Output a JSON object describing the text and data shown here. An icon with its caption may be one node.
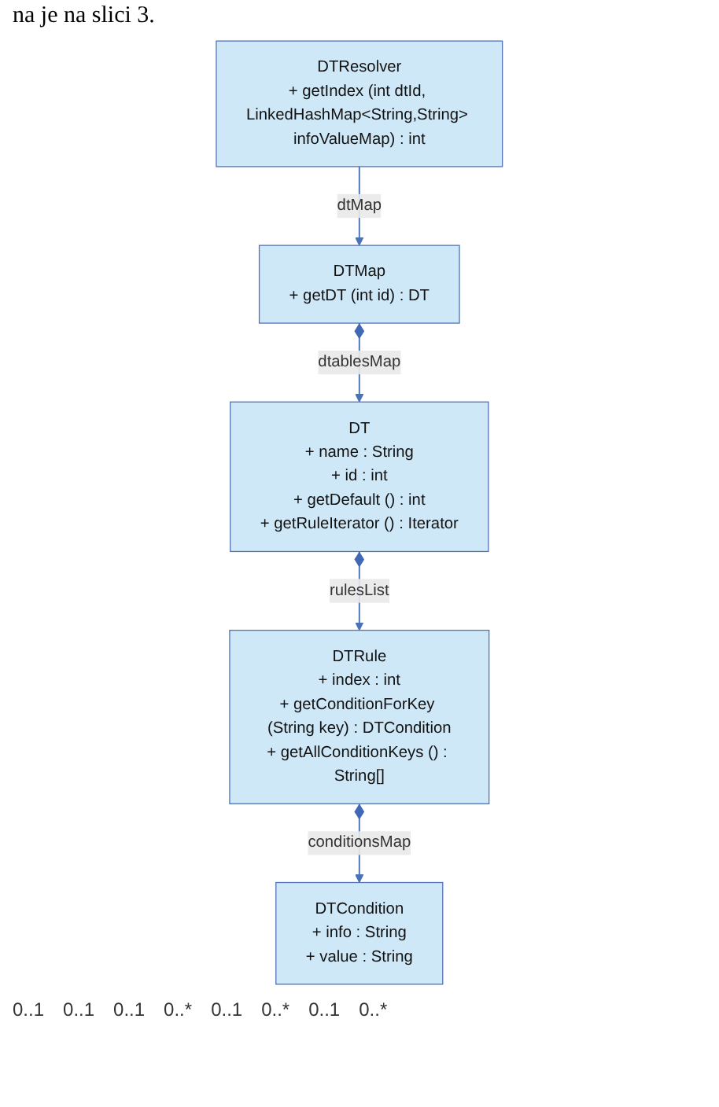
{
  "diagram": {
    "nodes": [
      {
        "text": [
          "DTResolver",
          "+ getIndex (int dtId, LinkedHashMap<String,String> infoValueMap) : int"
        ]
      },
      {
        "text": [
          "DTMap",
          "+ getDT (int id) : DT"
        ]
      },
      {
        "text": [
          "DT",
          "+ name : String",
          "+ id : int",
          "+ getDefault () : int",
          "+ getRuleIterator () : Iterator"
        ]
      },
      {
        "text": [
          "DTRule",
          "+ index : int",
          "+ getConditionForKey (String key) : DTCondition",
          "+ getAllConditionKeys () : String[]"
        ]
      },
      {
        "text": [
          "DTCondition",
          "+ info : String",
          "+ value : String"
        ]
      }
    ],
    "edges": [
      {
        "from": 0,
        "to": 1,
        "arrow": "to",
        "label": "dtMap"
      },
      {
        "from": 1,
        "to": 2,
        "arrow": "to",
        "label": "dtablesMap"
      },
      {
        "from": 2,
        "to": 3,
        "arrow": "to",
        "label": "rulesList"
      },
      {
        "from": 3,
        "to": 4,
        "arrow": "to",
        "label": "conditionsMap"
      }
    ],
    "labels": [
      "na je na slici 3.",
      "0..1",
      "0..1",
      "0..1",
      "0..*",
      "0..1",
      "0..*",
      "0..1",
      "0..*"
    ]
  }
}
